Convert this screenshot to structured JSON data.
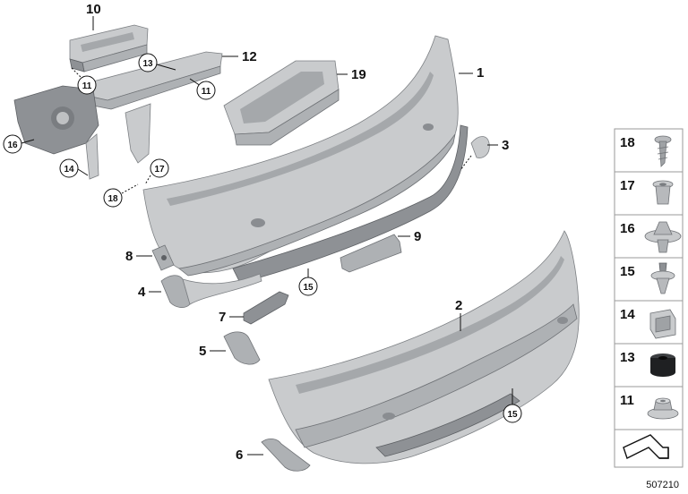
{
  "callouts": {
    "c1": "1",
    "c2": "2",
    "c3": "3",
    "c4": "4",
    "c5": "5",
    "c6": "6",
    "c7": "7",
    "c8": "8",
    "c9": "9",
    "c10": "10",
    "c12": "12",
    "c19": "19"
  },
  "circled_callouts": {
    "a11": "11",
    "b11": "11",
    "a13": "13",
    "a14": "14",
    "a15": "15",
    "b15": "15",
    "a16": "16",
    "a17": "17",
    "a18": "18"
  },
  "legend": {
    "items": [
      {
        "number": "18",
        "icon": "screw-icon"
      },
      {
        "number": "17",
        "icon": "expanding-rivet-icon"
      },
      {
        "number": "16",
        "icon": "clip-nut-icon"
      },
      {
        "number": "15",
        "icon": "push-rivet-icon"
      },
      {
        "number": "14",
        "icon": "spring-nut-icon"
      },
      {
        "number": "13",
        "icon": "rubber-buffer-icon"
      },
      {
        "number": "11",
        "icon": "hex-nut-icon"
      }
    ],
    "bottom_icon": "bracket-arrow-icon"
  },
  "doc_number": "507210"
}
